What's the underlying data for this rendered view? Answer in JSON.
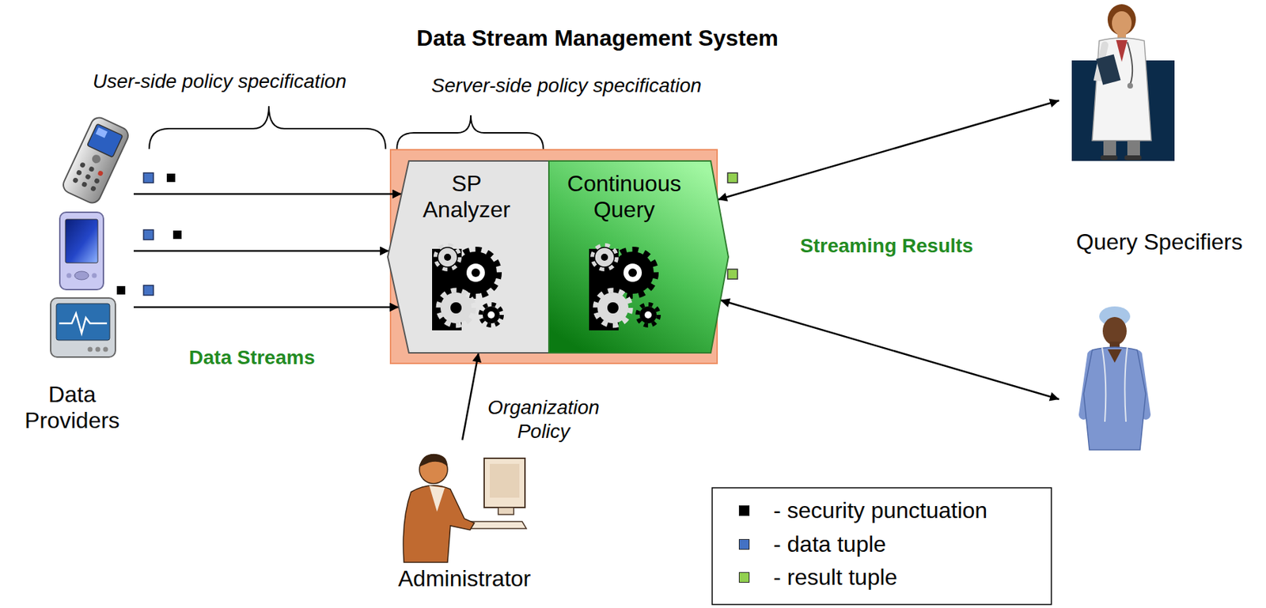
{
  "diagram": {
    "title": "Data Stream Management System",
    "nodes": [
      {
        "text": [
          "Data Providers"
        ]
      },
      {
        "text": [
          "SP Analyzer"
        ]
      },
      {
        "text": [
          "Continuous Query"
        ]
      },
      {
        "text": [
          "Query Specifiers"
        ]
      },
      {
        "text": [
          "Administrator"
        ]
      }
    ],
    "edges": [
      {
        "from": 0,
        "to": 1,
        "arrow": "to"
      },
      {
        "from": 0,
        "to": 1,
        "arrow": "to"
      },
      {
        "from": 0,
        "to": 1,
        "arrow": "to"
      },
      {
        "from": 2,
        "to": 3,
        "arrow": "both"
      },
      {
        "from": 2,
        "to": 3,
        "arrow": "both"
      },
      {
        "from": 4,
        "to": 1,
        "arrow": "to",
        "label": "Organization Policy"
      }
    ],
    "labels": [
      "User-side policy specification",
      "Server-side policy specification",
      "Data Streams",
      "Streaming Results"
    ],
    "legend": [
      {
        "text": "- security punctuation",
        "color": "#000000"
      },
      {
        "text": "- data tuple",
        "color": "#4472c4"
      },
      {
        "text": "- result tuple",
        "color": "#92d050"
      }
    ]
  }
}
